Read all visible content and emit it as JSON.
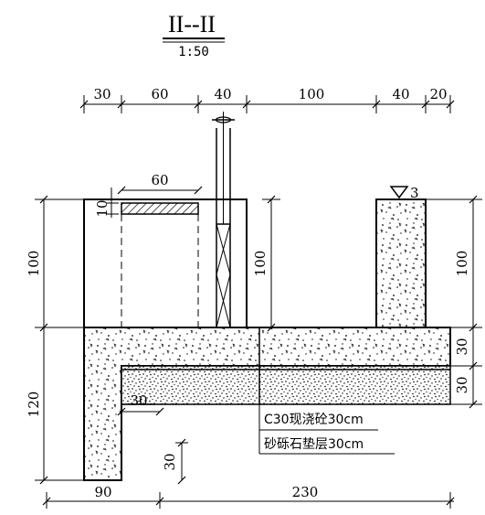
{
  "title": {
    "section_mark": "II--II",
    "scale": "1:50"
  },
  "dimensions": {
    "top_chain": [
      "30",
      "60",
      "40",
      "100",
      "40",
      "20"
    ],
    "gate_slot_width": "60",
    "gate_slot_thickness": "10",
    "left_wall_height": "100",
    "inner_wall_height": "100",
    "right_wall_height": "100",
    "slab_layer_1": "30",
    "slab_layer_2": "30",
    "lower_height": "120",
    "offset_h": "30",
    "offset_v": "30",
    "bottom_left": "90",
    "bottom_right": "230"
  },
  "water_level": {
    "value": "3"
  },
  "legend": {
    "concrete": "C30现浇砼30cm",
    "gravel": "砂砾石垫层30cm"
  },
  "colors": {
    "line": "#000000",
    "background": "#ffffff"
  }
}
